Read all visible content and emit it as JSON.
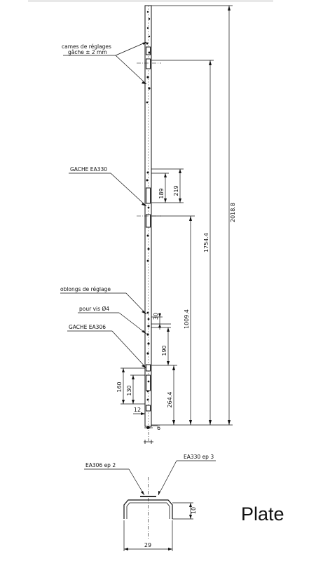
{
  "labels": {
    "cames_line1": "cames de réglages",
    "cames_line2": "gâche  ± 2 mm",
    "gache_ea330": "GACHE EA330",
    "oblongs": "oblongs de réglage",
    "pour_vis": "pour vis Ø4",
    "gache_ea306": "GACHE EA306",
    "ea306_ep2": "EA306 ep 2",
    "ea330_ep3": "EA330 ep 3",
    "plate": "Plate"
  },
  "dimensions": {
    "d2018": "2018.8",
    "d1754": "1754.4",
    "d1009": "1009.4",
    "d264": "264.4",
    "d219": "219",
    "d189": "189",
    "d30": "30",
    "d190": "190",
    "d160": "160",
    "d130": "130",
    "d12": "12",
    "d6": "6",
    "d10": "10",
    "d29": "29"
  }
}
